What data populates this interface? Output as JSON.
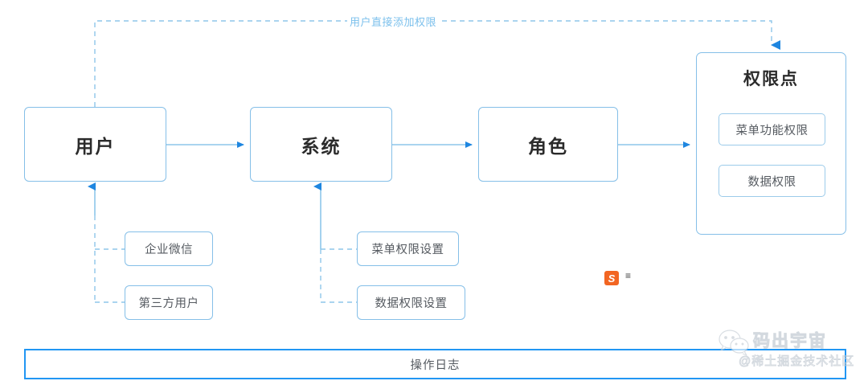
{
  "diagram": {
    "title_label": "用户直接添加权限",
    "main_nodes": [
      {
        "id": "user",
        "label": "用户"
      },
      {
        "id": "system",
        "label": "系统"
      },
      {
        "id": "role",
        "label": "角色"
      }
    ],
    "permission_panel": {
      "title": "权限点",
      "chips": [
        {
          "id": "menu",
          "label": "菜单功能权限"
        },
        {
          "id": "data",
          "label": "数据权限"
        }
      ]
    },
    "user_sources": [
      {
        "id": "wecom",
        "label": "企业微信"
      },
      {
        "id": "thirdparty",
        "label": "第三方用户"
      }
    ],
    "system_settings": [
      {
        "id": "menuset",
        "label": "菜单权限设置"
      },
      {
        "id": "dataset",
        "label": "数据权限设置"
      }
    ],
    "footer_bar": {
      "label": "操作日志"
    },
    "marks": {
      "ime_letter": "S",
      "ime_dots": "≡"
    },
    "watermark": {
      "brand": "码出宇宙",
      "handle": "@稀土掘金技术社区",
      "icon": "wechat-icon"
    },
    "colors": {
      "line": "#8ec6ea",
      "arrow": "#1e86e0",
      "box_border": "#85bfe8",
      "label_text": "#7cc0ec",
      "footer_border": "#2196f3",
      "ime_orange": "#f26522"
    }
  }
}
